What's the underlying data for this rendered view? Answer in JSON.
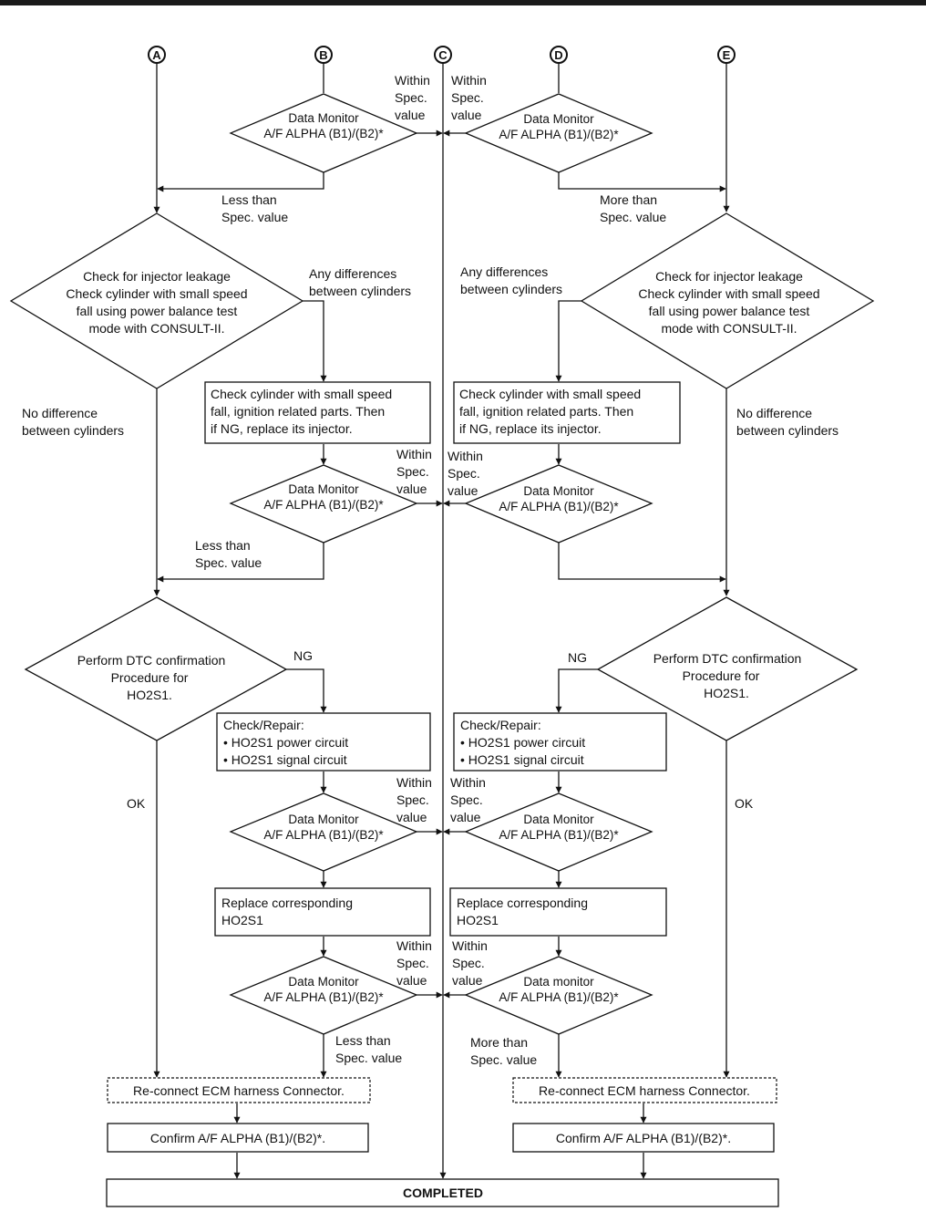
{
  "connectors": {
    "a": "A",
    "b": "B",
    "c": "C",
    "d": "D",
    "e": "E"
  },
  "dm": {
    "data_monitor": "Data Monitor",
    "data_monitor_lc": "Data monitor",
    "alpha": "A/F ALPHA (B1)/(B2)*"
  },
  "within": {
    "l1": "Within",
    "l2": "Spec.",
    "l3": "value"
  },
  "less": {
    "l1": "Less than",
    "l2": "Spec. value"
  },
  "more": {
    "l1": "More than",
    "l2": "Spec. value"
  },
  "leak": {
    "l1": "Check for injector leakage",
    "l2": "Check cylinder with small speed",
    "l3": "fall using power balance test",
    "l4": "mode with CONSULT-II."
  },
  "anydiff": {
    "l1": "Any differences",
    "l2": "between cylinders"
  },
  "nodiff": {
    "l1": "No difference",
    "l2": "between cylinders"
  },
  "cyl": {
    "l1": "Check cylinder with small speed",
    "l2": "fall, ignition related parts. Then",
    "l3": "if NG, replace its injector."
  },
  "dtc": {
    "l1": "Perform DTC confirmation",
    "l2": "Procedure for",
    "l3": "HO2S1."
  },
  "ng": "NG",
  "ok": "OK",
  "repair": {
    "l1": "Check/Repair:",
    "l2": "• HO2S1 power circuit",
    "l3": "• HO2S1 signal circuit"
  },
  "replace": {
    "l1": "Replace corresponding",
    "l2": "HO2S1"
  },
  "reconnect": "Re-connect ECM harness Connector.",
  "confirm": "Confirm A/F ALPHA (B1)/(B2)*.",
  "completed": "COMPLETED"
}
